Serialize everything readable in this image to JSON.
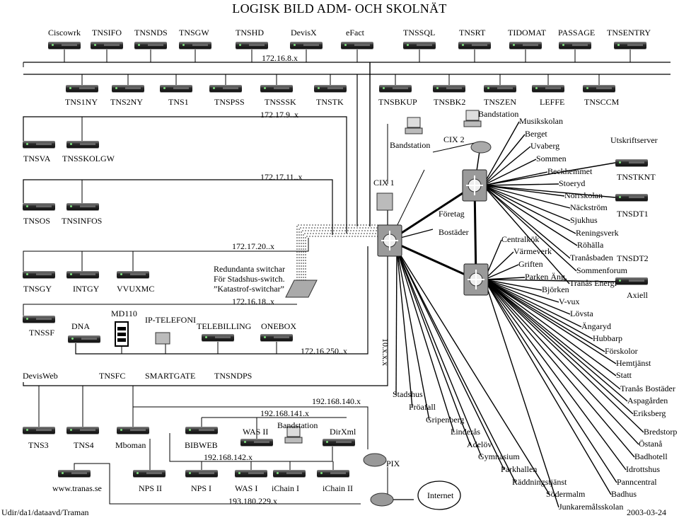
{
  "title": "LOGISK BILD ADM- OCH SKOLNÄT",
  "footer": {
    "left": "Udir/da1/dataavd/Traman",
    "right": "2003-03-24"
  },
  "servers": [
    {
      "label": "Ciscowrk"
    },
    {
      "label": "TNSIFO"
    },
    {
      "label": "TNSNDS"
    },
    {
      "label": "TNSGW"
    },
    {
      "label": "TNSHD"
    },
    {
      "label": "DevisX"
    },
    {
      "label": "eFact"
    },
    {
      "label": "TNSSQL"
    },
    {
      "label": "TNSRT"
    },
    {
      "label": "TIDOMAT"
    },
    {
      "label": "PASSAGE"
    },
    {
      "label": "TNSENTRY"
    },
    {
      "label": "TNS1NY"
    },
    {
      "label": "TNS2NY"
    },
    {
      "label": "TNS1"
    },
    {
      "label": "TNSPSS"
    },
    {
      "label": "TNSSSK"
    },
    {
      "label": "TNSTK"
    },
    {
      "label": "TNSBKUP"
    },
    {
      "label": "TNSBK2"
    },
    {
      "label": "TNSZEN"
    },
    {
      "label": "LEFFE"
    },
    {
      "label": "TNSCCM"
    },
    {
      "label": "TNSVA"
    },
    {
      "label": "TNSSKOLGW"
    },
    {
      "label": "TNSOS"
    },
    {
      "label": "TNSINFOS"
    },
    {
      "label": "TNSGY"
    },
    {
      "label": "INTGY"
    },
    {
      "label": "VVUXMC"
    },
    {
      "label": "TNSSF"
    },
    {
      "label": "DNA"
    },
    {
      "label": "TELEBILLING"
    },
    {
      "label": "ONEBOX"
    },
    {
      "label": "TNS3"
    },
    {
      "label": "TNS4"
    },
    {
      "label": "Mboman"
    },
    {
      "label": "BIBWEB"
    },
    {
      "label": "www.tranas.se"
    },
    {
      "label": "NPS II"
    },
    {
      "label": "NPS I"
    },
    {
      "label": "WAS I"
    },
    {
      "label": "iChain I"
    },
    {
      "label": "iChain II"
    },
    {
      "label": "WAS II"
    },
    {
      "label": "DirXml"
    },
    {
      "label": "Utskriftserver"
    },
    {
      "label": "TNSTKNT"
    },
    {
      "label": "TNSDT1"
    },
    {
      "label": "TNSDT2"
    },
    {
      "label": "Axiell"
    }
  ],
  "labels": {
    "md110": "MD110",
    "ip_telefoni": "IP-TELEFONI",
    "devisweb": "DevisWeb",
    "tnsfc": "TNSFC",
    "smartgate": "SMARTGATE",
    "tnsndps": "TNSNDPS",
    "bandstation1": "Bandstation",
    "bandstation2": "Bandstation",
    "bandstation3": "Bandstation",
    "cix1": "CIX 1",
    "cix2": "CIX 2",
    "pix": "PIX",
    "internet": "Internet",
    "foretag": "Företag",
    "bostader": "Bostäder",
    "tenx": "10.x.x.x",
    "redundant1": "Redundanta switchar",
    "redundant2": "För Stadshus-switch.",
    "redundant3": "”Katastrof-switchar”"
  },
  "nets": {
    "n1": "172.16.8.x",
    "n2": "172.17.9..x",
    "n3": "172.17.11..x",
    "n4": "172.17.20..x",
    "n5": "172.16.18..x",
    "n6": "172.16.250..x",
    "n7": "192.168.140.x",
    "n8": "192.168.141.x",
    "n9": "192.168.142.x",
    "n10": "193.180.229.x"
  },
  "sites": [
    "Musikskolan",
    "Berget",
    "Uvaberg",
    "Sommen",
    "Beckhemmet",
    "Stoeryd",
    "Norrskolan",
    "Näckström",
    "Sjukhus",
    "Reningsverk",
    "Röhälla",
    "Centralkök",
    "Värmeverk",
    "Tranåsbaden",
    "Griften",
    "Sommenforum",
    "Parken Äng.",
    "Tranås Energi",
    "Björken",
    "V-vux",
    "Lövsta",
    "Ängaryd",
    "Hubbarp",
    "Förskolor",
    "Hemtjänst",
    "Statt",
    "Tranås Bostäder",
    "Aspagården",
    "Eriksberg",
    "Bredstorp",
    "Östanå",
    "Badhotell",
    "Idrottshus",
    "Panncentral",
    "Badhus",
    "Junkaremålsskolan",
    "Stadshus",
    "Fröafall",
    "Gripenberg",
    "Linderås",
    "Adelöv",
    "Gymnasium",
    "Parkhallen",
    "Räddningstjänst",
    "Södermalm"
  ]
}
